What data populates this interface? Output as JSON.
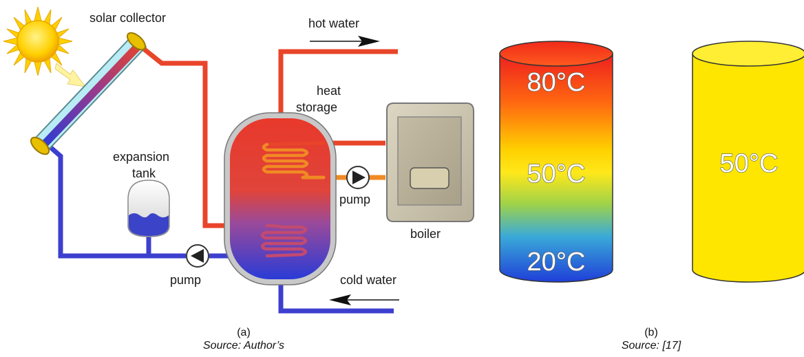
{
  "panel_a": {
    "labels": {
      "solar_collector": "solar collector",
      "hot_water": "hot water",
      "heat_storage_line1": "heat",
      "heat_storage_line2": "storage",
      "expansion_tank_line1": "expansion",
      "expansion_tank_line2": "tank",
      "pump_right": "pump",
      "pump_left": "pump",
      "boiler": "boiler",
      "cold_water": "cold water"
    },
    "caption": "(a)",
    "source": "Source: Author’s"
  },
  "panel_b": {
    "stratified_tank": {
      "top_label": "80°C",
      "mid_label": "50°C",
      "bottom_label": "20°C"
    },
    "mixed_tank": {
      "label": "50°C"
    },
    "caption": "(b)",
    "source": "Source: [17]"
  },
  "colors": {
    "hot_pipe": "#e8452a",
    "cold_pipe": "#3d3fcf",
    "boiler_pipe": "#f08a24",
    "uniform_tank": "#ffe600"
  }
}
